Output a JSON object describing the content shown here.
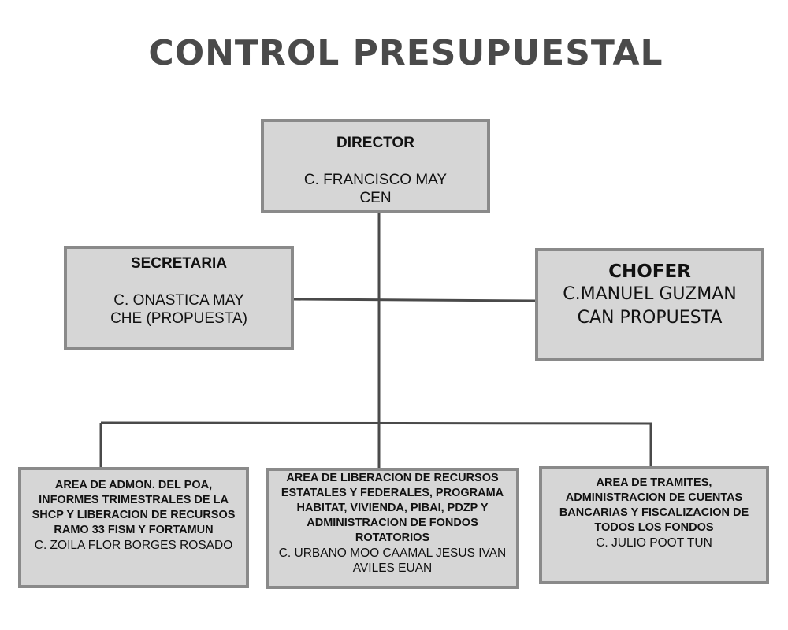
{
  "title": "CONTROL PRESUPUESTAL",
  "director": {
    "role": "DIRECTOR",
    "name": "C. FRANCISCO MAY CEN"
  },
  "secretaria": {
    "role": "SECRETARIA",
    "name": "C. ONASTICA MAY CHE (PROPUESTA)"
  },
  "chofer": {
    "role": "CHOFER",
    "name": "C.MANUEL GUZMAN CAN PROPUESTA"
  },
  "areas": [
    {
      "role": "AREA DE ADMON. DEL POA, INFORMES TRIMESTRALES DE LA SHCP Y  LIBERACION DE RECURSOS RAMO 33 FISM Y FORTAMUN",
      "name": "C. ZOILA FLOR BORGES ROSADO"
    },
    {
      "role": "AREA DE LIBERACION DE RECURSOS ESTATALES Y FEDERALES, PROGRAMA HABITAT, VIVIENDA, PIBAI, PDZP Y ADMINISTRACION DE FONDOS ROTATORIOS",
      "name": "C. URBANO MOO CAAMAL JESUS IVAN AVILES EUAN"
    },
    {
      "role": "AREA DE  TRAMITES, ADMINISTRACION DE CUENTAS BANCARIAS Y FISCALIZACION DE TODOS LOS FONDOS",
      "name": "C. JULIO POOT TUN"
    }
  ],
  "colors": {
    "box_fill": "#d6d6d6",
    "box_border": "#8a8a8a",
    "line": "#4a4a4a",
    "title": "#4a4a4a"
  }
}
